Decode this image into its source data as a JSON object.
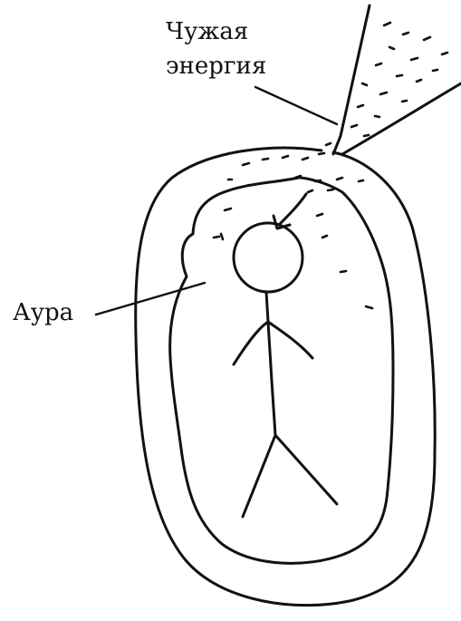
{
  "labels": {
    "foreign_energy_line1": "Чужая",
    "foreign_energy_line2": "энергия",
    "aura": "Аура"
  },
  "colors": {
    "ink": "#111111",
    "background": "#ffffff"
  }
}
